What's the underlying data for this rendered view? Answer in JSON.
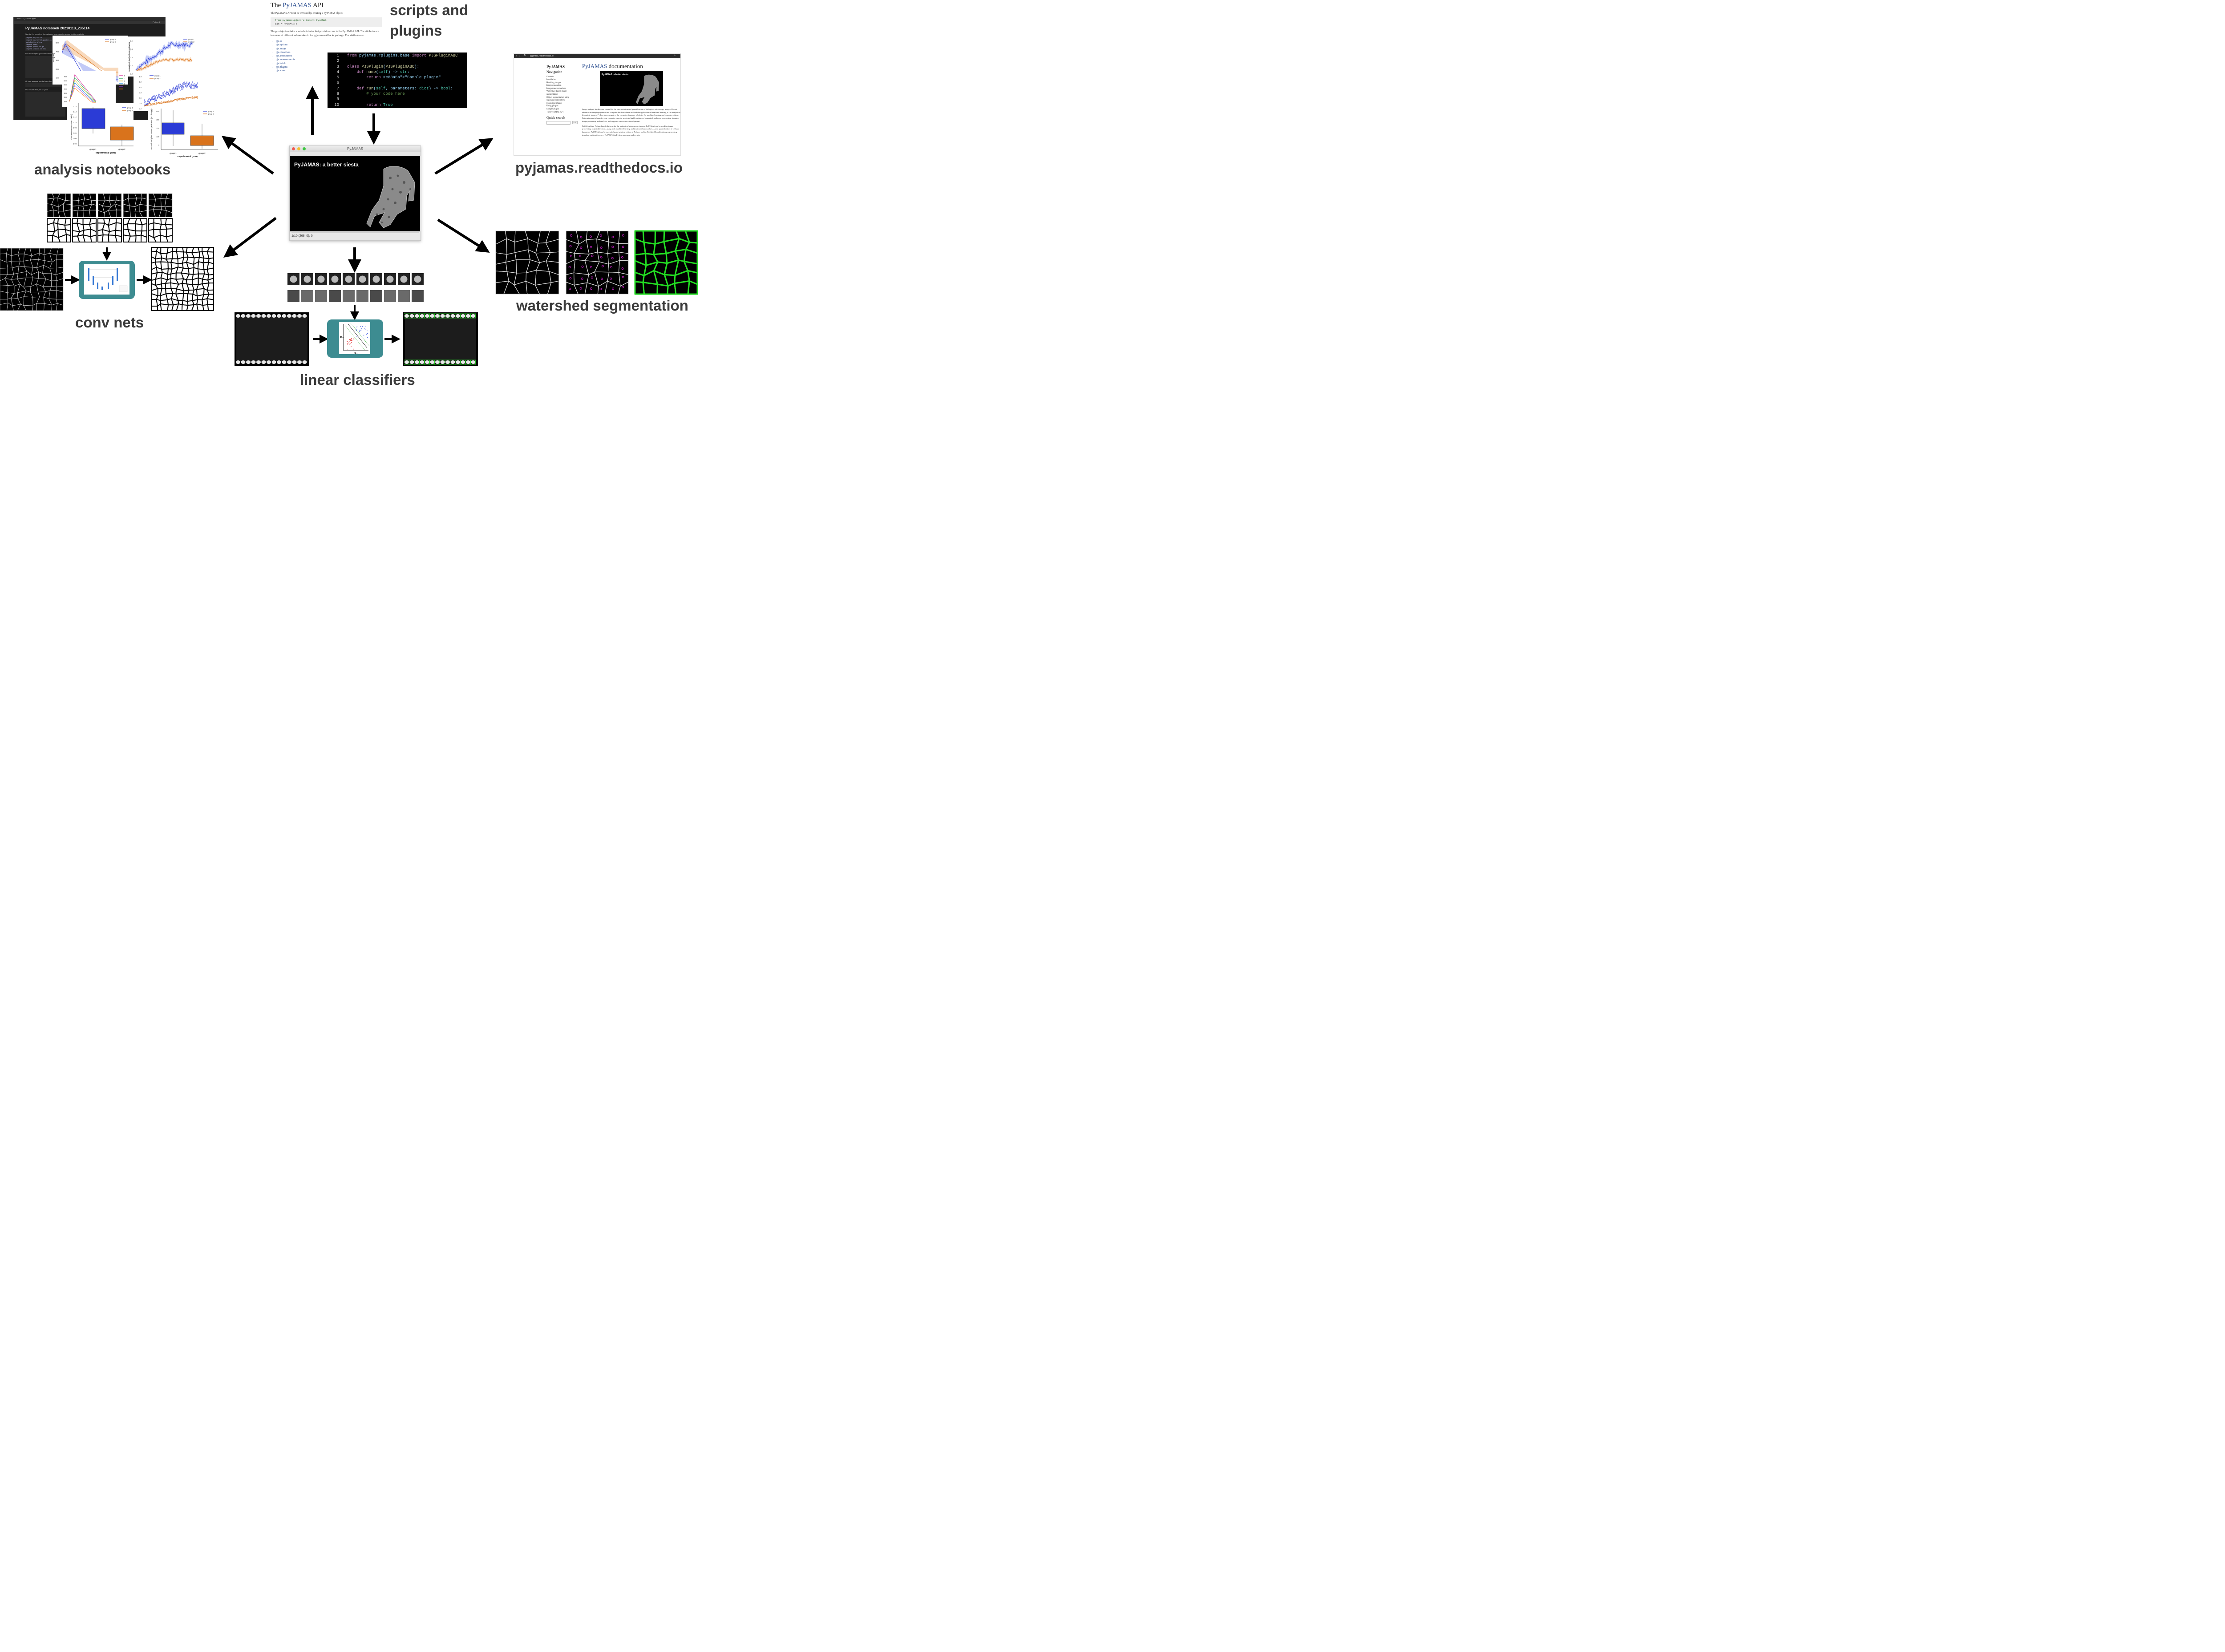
{
  "labels": {
    "notebooks": "analysis notebooks",
    "scripts_line1": "scripts and",
    "scripts_line2": "plugins",
    "readthedocs": "pyjamas.readthedocs.io",
    "convnets": "conv nets",
    "watershed": "watershed segmentation",
    "linear": "linear classifiers"
  },
  "center_window": {
    "title": "PyJAMAS",
    "banner": "PyJAMAS: a better siesta",
    "status": "1/10 (268, 0): 0"
  },
  "notebook": {
    "tab": "20210113_235114.ipynb",
    "title": "PyJAMAS notebook 20210113_235114",
    "intro": "We start by importing the packages necessary to run and plot the analysis:",
    "run_text": "Run the analysis (uncomment the",
    "load_text": "Or load analysis results from disk",
    "plot_text": "Plot results: first, set up plots",
    "saving": "Saving compl",
    "kernel": "Python 3",
    "code_lines": [
      "import matplotlib",
      "import matplotlib.pyplot as plt",
      "matplotlib inline",
      "import numpy",
      "import pandas as pd",
      "import seaborn as sns"
    ]
  },
  "api_doc": {
    "title_pre": "The ",
    "title_link": "PyJAMAS",
    "title_post": " API",
    "para1": "The PyJAMAS API can be invoked by creating a PyJAMAS object:",
    "code1": "from pyjamas.pjscore import PyJAMAS",
    "code2": "pjs = PyJAMAS()",
    "para2": "The pjs object contains a set of attributes that provide access to the PyJAMAS API. The attributes are instances of different submodules in the pyjamas.rcallbacks package. The attributes are:",
    "items": [
      "pjs.io",
      "pjs.options",
      "pjs.image",
      "pjs.classifiers",
      "pjs.annotations",
      "pjs.measurements",
      "pjs.batch",
      "pjs.plugins",
      "pjs.about"
    ]
  },
  "code_editor": {
    "lines": [
      {
        "n": "1",
        "text": "from pyjamas.rplugins.base import PJSPluginABC"
      },
      {
        "n": "2",
        "text": ""
      },
      {
        "n": "3",
        "text": "class PJSPlugin(PJSPluginABC):"
      },
      {
        "n": "4",
        "text": "    def name(self) -> str:"
      },
      {
        "n": "5",
        "text": "        return \"Sample plugin\""
      },
      {
        "n": "6",
        "text": ""
      },
      {
        "n": "7",
        "text": "    def run(self, parameters: dict) -> bool:"
      },
      {
        "n": "8",
        "text": "        # your code here"
      },
      {
        "n": "9",
        "text": ""
      },
      {
        "n": "10",
        "text": "        return True"
      }
    ]
  },
  "rtd": {
    "url": "pyjamas.readthedocs.io",
    "sidebar_title": "PyJAMAS",
    "nav": "Navigation",
    "contents": "Contents:",
    "toc": [
      "Installation",
      "Handling images",
      "Image annotation",
      "Image transformations",
      "Watershed-based image",
      "segmentation",
      "Object segmentation using",
      "supervised classifiers",
      "Measuring images",
      "Using plugins",
      "Sample plugin",
      "The PyJAMAS API"
    ],
    "quick_search": "Quick search",
    "go": "Go",
    "heading_link": "PyJAMAS",
    "heading_rest": " documentation",
    "banner": "PyJAMAS: a better siesta",
    "para1": "Image analysis has become central for the interpretation and quantification of biological microscopy images. Recent advances in imaging systems and computer hardware have enabled the application of machine learning to the analysis of biological images. Python has emerged as the computer language of choice for machine learning and computer vision. Python is easy to learn for non-computer experts, provides highly optimized numerical packages for machine learning, image processing and analysis, and supports open source development.",
    "para2": "PyJAMAS is a Python-based platform for the analysis of microscopy images. PyJAMAS can be used for image processing, object detection—using both machine learning and traditional approaches—, and quantification of cellular dynamics. PyJAMAS can be extended using plugins written in Python; and the PyJAMAS application programming interface enables the use of PyJAMAS in Python programs and scripts."
  },
  "plots": {
    "legend": [
      "group 1",
      "group 2"
    ],
    "area_ylabel": "area [µm²]",
    "area_yticks": [
      "500",
      "400",
      "300",
      "200",
      "100"
    ],
    "area2_yticks": [
      "700",
      "600",
      "500",
      "400",
      "300",
      "200",
      "100"
    ],
    "perim_ylabel": "normalized pixel values perimeter",
    "perim_yticks": [
      "1.0",
      "0.8",
      "0.6",
      "0.4",
      "0.2"
    ],
    "perim2_yticks": [
      "1.4",
      "1.2",
      "1.0",
      "0.8",
      "0.6",
      "0.4",
      "0.2"
    ],
    "legend6": [
      "0",
      "1",
      "2",
      "3",
      "4",
      "5"
    ],
    "box1_ylabel": "closure rate constant (1/min)",
    "box1_yticks": [
      "0.16",
      "0.14",
      "0.12",
      "0.10",
      "0.08",
      "0.06",
      "0.04",
      "0.02"
    ],
    "box2_ylabel": "normalized pixel values perimeter (% change)",
    "box2_yticks": [
      "400",
      "300",
      "200",
      "100",
      "0"
    ],
    "xlabel": "experimental group",
    "groups": [
      "group 1",
      "group 2"
    ],
    "colors": {
      "blue": "#2b3bd6",
      "orange": "#d9731c",
      "light_blue": "#9aa6f2",
      "light_orange": "#f5c9a0"
    }
  },
  "classifier_axes": {
    "x": "x₁",
    "y": "x₂"
  },
  "colors": {
    "teal": "#3d8c91",
    "label_text": "#3b3b3b",
    "arrow": "#000000",
    "green_overlay": "#22dd22",
    "magenta": "#cc22cc"
  }
}
